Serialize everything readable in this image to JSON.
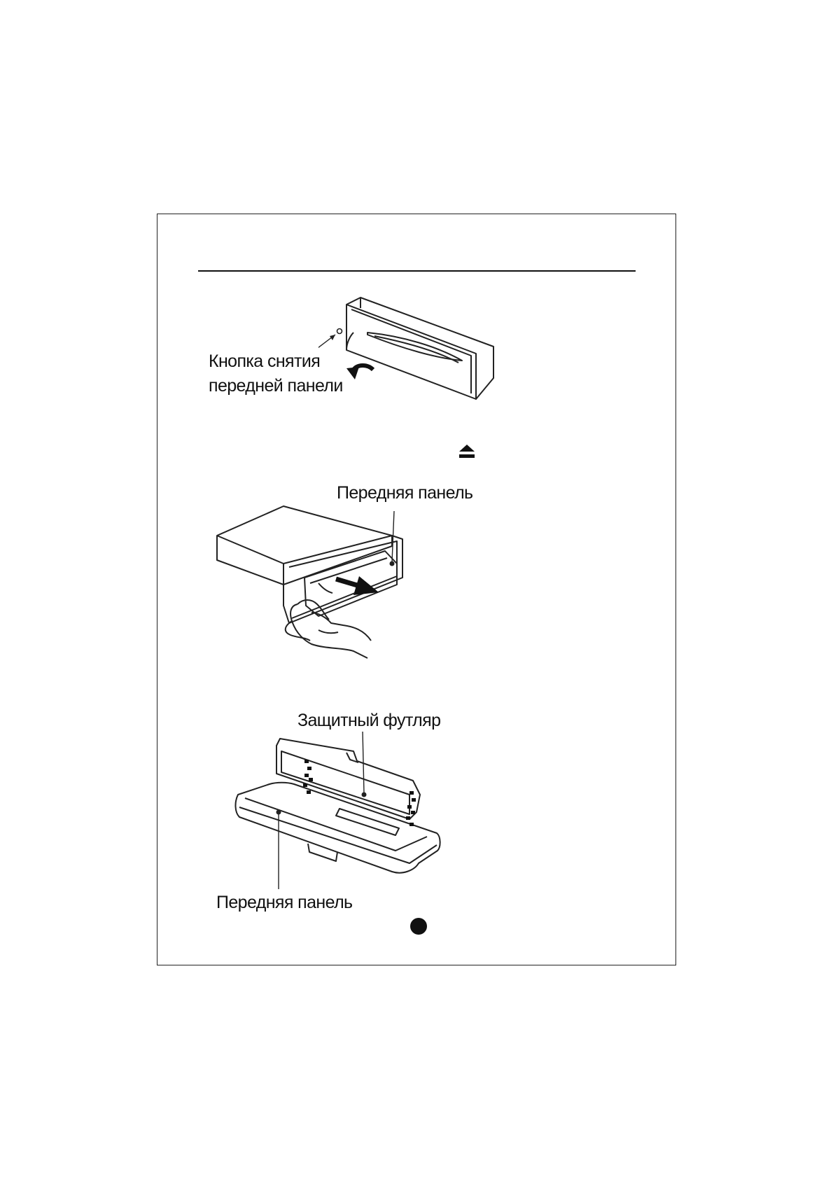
{
  "figure1": {
    "release_button_label_line1": "Кнопка снятия",
    "release_button_label_line2": "передней панели"
  },
  "eject_icon": "eject-icon",
  "figure2": {
    "front_panel_label": "Передняя панель"
  },
  "figure3": {
    "case_label": "Защитный футляр",
    "front_panel_label": "Передняя панель"
  },
  "page_marker": "filled-circle"
}
